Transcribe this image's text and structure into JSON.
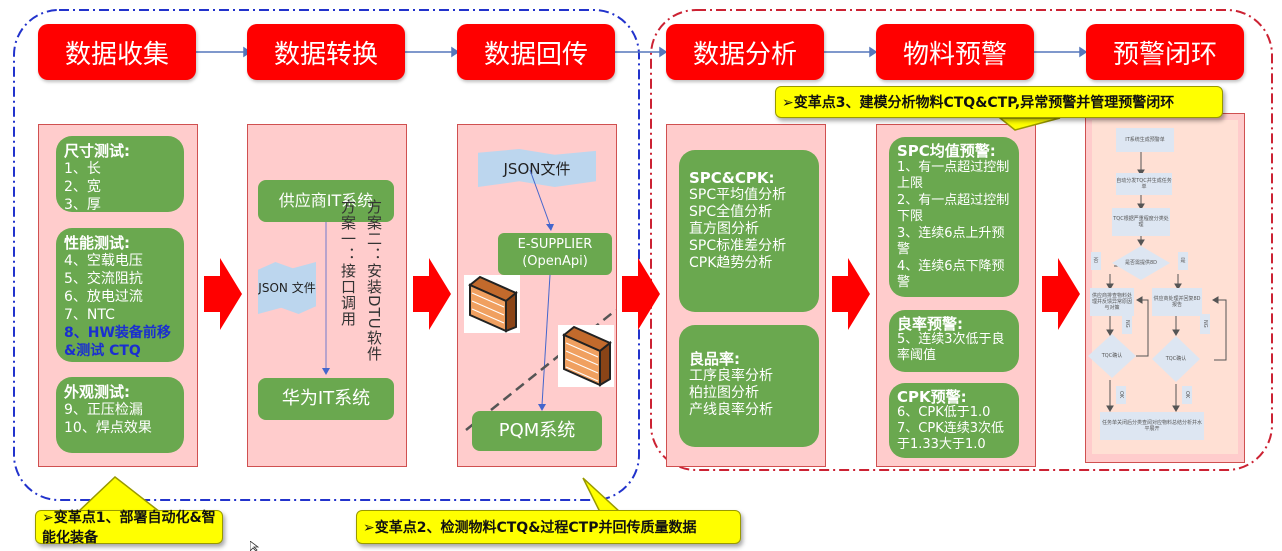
{
  "stages": [
    {
      "label": "数据收集"
    },
    {
      "label": "数据转换"
    },
    {
      "label": "数据回传"
    },
    {
      "label": "数据分析"
    },
    {
      "label": "物料预警"
    },
    {
      "label": "预警闭环"
    }
  ],
  "collect": {
    "groups": [
      {
        "title": "尺寸测试:",
        "items": [
          "1、长",
          "2、宽",
          "3、厚"
        ]
      },
      {
        "title": "性能测试:",
        "items": [
          "4、空载电压",
          "5、交流阻抗",
          "6、放电过流",
          "7、NTC"
        ],
        "highlight": "8、HW装备前移&测试 CTQ"
      },
      {
        "title": "外观测试:",
        "items": [
          "9、正压检漏",
          "10、焊点效果"
        ]
      }
    ]
  },
  "convert": {
    "source": "供应商IT系统",
    "target": "华为IT系统",
    "file_flag": "JSON 文件",
    "option1": "方案一：接口调用",
    "option2": "方案二：安装DTU软件"
  },
  "return": {
    "file_flag": "JSON文件",
    "gateway_line1": "E-SUPPLIER",
    "gateway_line2": "(OpenApi)",
    "target": "PQM系统",
    "icons": [
      "firewall-icon",
      "firewall-icon"
    ]
  },
  "analysis": {
    "groups": [
      {
        "title": "SPC&CPK:",
        "items": [
          "SPC平均值分析",
          "SPC全值分析",
          "直方图分析",
          "SPC标准差分析",
          "CPK趋势分析"
        ]
      },
      {
        "title": "良品率:",
        "items": [
          "工序良率分析",
          "柏拉图分析",
          "产线良率分析"
        ]
      }
    ]
  },
  "warning": {
    "groups": [
      {
        "title": "SPC均值预警:",
        "items": [
          "1、有一点超过控制上限",
          "2、有一点超过控制下限",
          "3、连续6点上升预警",
          "4、连续6点下降预警"
        ]
      },
      {
        "title": "良率预警:",
        "items": [
          "5、连续3次低于良率阈值"
        ]
      },
      {
        "title": "CPK预警:",
        "items": [
          "6、CPK低于1.0",
          "7、CPK连续3次低于1.33大于1.0"
        ]
      }
    ]
  },
  "closeloop": {
    "steps": [
      "IT系统生成预警单",
      "自动分发TQC并生成任务单",
      "TQC根据严重程度分类处理",
      "是否需提供8D",
      "供应商排查物料处理并反馈异常原因与对策",
      "供应商处理并回复8D报告",
      "TQC确认",
      "TQC确认",
      "任务单关闭后分类查阅对应物料总结分析并水平展开"
    ],
    "labels": {
      "no": "否",
      "yes": "是",
      "ng": "NG",
      "ok": "OK"
    }
  },
  "callouts": {
    "point1": "➢变革点1、部署自动化&智能化装备",
    "point2": "➢变革点2、检测物料CTQ&过程CTP并回传质量数据",
    "point3": "➢变革点3、建模分析物料CTQ&CTP,异常预警并管理预警闭环"
  },
  "colors": {
    "stage": "#ff0000",
    "panel": "#ffcccc",
    "group": "#6aa84f",
    "callout": "#ffff00",
    "blue_boundary": "#2233cc",
    "red_boundary": "#cc2233"
  }
}
